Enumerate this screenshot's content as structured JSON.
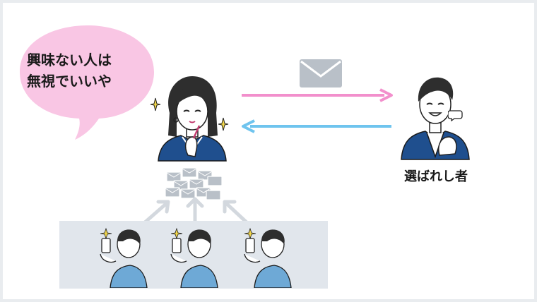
{
  "bubble": {
    "line1": "興味ない人は",
    "line2": "無視でいいや"
  },
  "chosen_caption": "選ばれし者",
  "colors": {
    "frame_border": "#e9ecef",
    "bubble_fill": "#f9c6e4",
    "arrow_pink": "#f28fcc",
    "arrow_blue": "#6fc4ee",
    "panel": "#e1e6ec",
    "navy": "#1f4f8e",
    "light_blue": "#6ea9d6",
    "gray_arrow": "#d3d8de",
    "envelope": "#b9c0c8"
  },
  "icons": [
    "envelope-icon",
    "sparkle-icon",
    "chat-bubble-icon",
    "smartphone-icon"
  ]
}
